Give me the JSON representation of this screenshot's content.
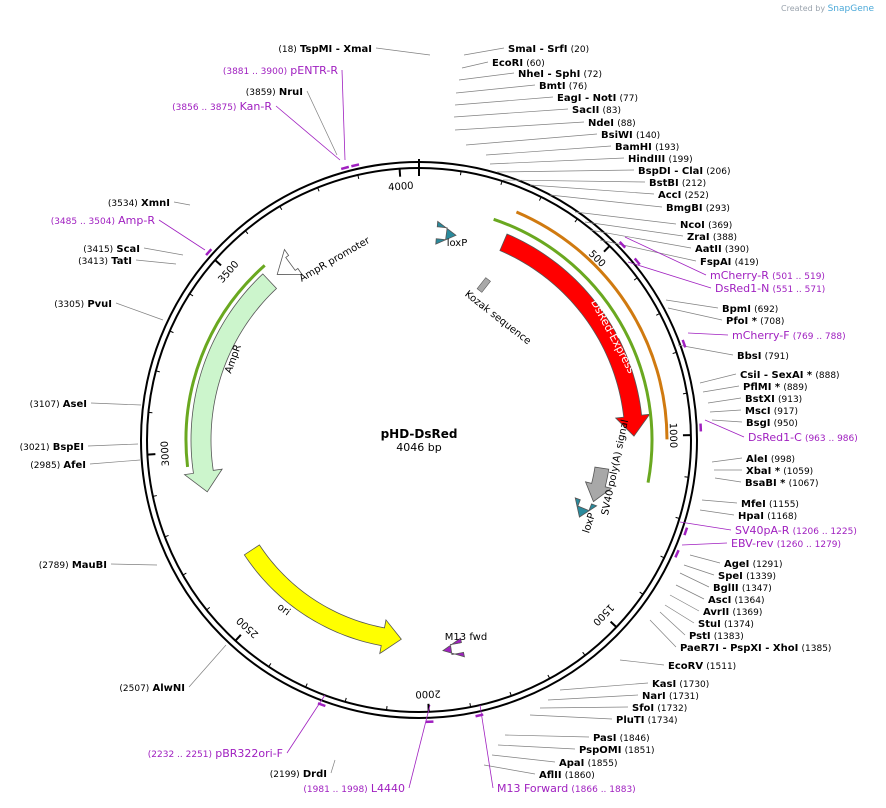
{
  "credit": {
    "prefix": "Created by",
    "brand": "SnapGene"
  },
  "plasmid": {
    "name": "pHD-DsRed",
    "size_label": "4046 bp",
    "length": 4046
  },
  "ticks": [
    {
      "label": "500",
      "pos": 500
    },
    {
      "label": "1000",
      "pos": 1000
    },
    {
      "label": "1500",
      "pos": 1500
    },
    {
      "label": "2000",
      "pos": 2000
    },
    {
      "label": "2500",
      "pos": 2500
    },
    {
      "label": "3000",
      "pos": 3000
    },
    {
      "label": "3500",
      "pos": 3500
    },
    {
      "label": "4000",
      "pos": 4000
    }
  ],
  "features": [
    {
      "name": "DsRed-Express",
      "start": 260,
      "end": 1000,
      "color": "#ff0000",
      "track": "inner1",
      "label_on_arrow": true
    },
    {
      "name": "SV40 poly(A) signal",
      "start": 1110,
      "end": 1230,
      "color": "#a8a8a8"
    },
    {
      "name": "loxP",
      "start": 85,
      "end": 115,
      "color": "#2a8a9c"
    },
    {
      "name": "loxP",
      "start": 1265,
      "end": 1300,
      "color": "#2a8a9c"
    },
    {
      "name": "Kozak sequence",
      "start": 250,
      "end": 262,
      "color": "#a8a8a8"
    },
    {
      "name": "M13 fwd",
      "start": 1925,
      "end": 1950,
      "color": "#a020c0"
    },
    {
      "name": "ori",
      "start": 2080,
      "end": 2660,
      "color": "#ffff00"
    },
    {
      "name": "AmpR",
      "start": 2880,
      "end": 3560,
      "color": "#ccf5cc"
    },
    {
      "name": "AmpR promoter",
      "start": 3590,
      "end": 3640,
      "color": "#ffffff"
    }
  ],
  "cut_sites": [
    {
      "name": "TspMI",
      "name2": "XmaI",
      "pos_label": "(18)",
      "pos": 18
    },
    {
      "name": "SmaI",
      "name2": "SrfI",
      "pos_label": "(20)",
      "pos": 20
    },
    {
      "name": "EcoRI",
      "pos_label": "(60)",
      "pos": 60
    },
    {
      "name": "NheI",
      "name2": "SphI",
      "pos_label": "(72)",
      "pos": 72
    },
    {
      "name": "BmtI",
      "pos_label": "(76)",
      "pos": 76
    },
    {
      "name": "EagI",
      "name2": "NotI",
      "pos_label": "(77)",
      "pos": 77
    },
    {
      "name": "SacII",
      "pos_label": "(83)",
      "pos": 83
    },
    {
      "name": "NdeI",
      "pos_label": "(88)",
      "pos": 88
    },
    {
      "name": "BsiWI",
      "pos_label": "(140)",
      "pos": 140
    },
    {
      "name": "BamHI",
      "pos_label": "(193)",
      "pos": 193
    },
    {
      "name": "HindIII",
      "pos_label": "(199)",
      "pos": 199
    },
    {
      "name": "BspDI",
      "name2": "ClaI",
      "pos_label": "(206)",
      "pos": 206
    },
    {
      "name": "BstBI",
      "pos_label": "(212)",
      "pos": 212
    },
    {
      "name": "AccI",
      "pos_label": "(252)",
      "pos": 252
    },
    {
      "name": "BmgBI",
      "pos_label": "(293)",
      "pos": 293
    },
    {
      "name": "NcoI",
      "pos_label": "(369)",
      "pos": 369
    },
    {
      "name": "ZraI",
      "pos_label": "(388)",
      "pos": 388
    },
    {
      "name": "AatII",
      "pos_label": "(390)",
      "pos": 390
    },
    {
      "name": "FspAI",
      "pos_label": "(419)",
      "pos": 419
    },
    {
      "name": "BpmI",
      "pos_label": "(692)",
      "pos": 692
    },
    {
      "name": "PfoI *",
      "pos_label": "(708)",
      "pos": 708
    },
    {
      "name": "BbsI",
      "pos_label": "(791)",
      "pos": 791
    },
    {
      "name": "CsiI",
      "name2": "SexAI *",
      "pos_label": "(888)",
      "pos": 888
    },
    {
      "name": "PflMI *",
      "pos_label": "(889)",
      "pos": 889
    },
    {
      "name": "BstXI",
      "pos_label": "(913)",
      "pos": 913
    },
    {
      "name": "MscI",
      "pos_label": "(917)",
      "pos": 917
    },
    {
      "name": "BsgI",
      "pos_label": "(950)",
      "pos": 950
    },
    {
      "name": "AleI",
      "pos_label": "(998)",
      "pos": 998
    },
    {
      "name": "XbaI *",
      "pos_label": "(1059)",
      "pos": 1059
    },
    {
      "name": "BsaBI *",
      "pos_label": "(1067)",
      "pos": 1067
    },
    {
      "name": "MfeI",
      "pos_label": "(1155)",
      "pos": 1155
    },
    {
      "name": "HpaI",
      "pos_label": "(1168)",
      "pos": 1168
    },
    {
      "name": "AgeI",
      "pos_label": "(1291)",
      "pos": 1291
    },
    {
      "name": "SpeI",
      "pos_label": "(1339)",
      "pos": 1339
    },
    {
      "name": "BglII",
      "pos_label": "(1347)",
      "pos": 1347
    },
    {
      "name": "AscI",
      "pos_label": "(1364)",
      "pos": 1364
    },
    {
      "name": "AvrII",
      "pos_label": "(1369)",
      "pos": 1369
    },
    {
      "name": "StuI",
      "pos_label": "(1374)",
      "pos": 1374
    },
    {
      "name": "PstI",
      "pos_label": "(1383)",
      "pos": 1383
    },
    {
      "name": "PaeR7I",
      "name2": "PspXI",
      "name3": "XhoI",
      "pos_label": "(1385)",
      "pos": 1385
    },
    {
      "name": "EcoRV",
      "pos_label": "(1511)",
      "pos": 1511
    },
    {
      "name": "KasI",
      "pos_label": "(1730)",
      "pos": 1730
    },
    {
      "name": "NarI",
      "pos_label": "(1731)",
      "pos": 1731
    },
    {
      "name": "SfoI",
      "pos_label": "(1732)",
      "pos": 1732
    },
    {
      "name": "PluTI",
      "pos_label": "(1734)",
      "pos": 1734
    },
    {
      "name": "PasI",
      "pos_label": "(1846)",
      "pos": 1846
    },
    {
      "name": "PspOMI",
      "pos_label": "(1851)",
      "pos": 1851
    },
    {
      "name": "ApaI",
      "pos_label": "(1855)",
      "pos": 1855
    },
    {
      "name": "AflII",
      "pos_label": "(1860)",
      "pos": 1860
    },
    {
      "name": "DrdI",
      "pos_label": "(2199)",
      "pos": 2199
    },
    {
      "name": "AlwNI",
      "pos_label": "(2507)",
      "pos": 2507
    },
    {
      "name": "MauBI",
      "pos_label": "(2789)",
      "pos": 2789
    },
    {
      "name": "AfeI",
      "pos_label": "(2985)",
      "pos": 2985
    },
    {
      "name": "BspEI",
      "pos_label": "(3021)",
      "pos": 3021
    },
    {
      "name": "AseI",
      "pos_label": "(3107)",
      "pos": 3107
    },
    {
      "name": "PvuI",
      "pos_label": "(3305)",
      "pos": 3305
    },
    {
      "name": "TatI",
      "pos_label": "(3413)",
      "pos": 3413
    },
    {
      "name": "ScaI",
      "pos_label": "(3415)",
      "pos": 3415
    },
    {
      "name": "XmnI",
      "pos_label": "(3534)",
      "pos": 3534
    },
    {
      "name": "NruI",
      "pos_label": "(3859)",
      "pos": 3859
    }
  ],
  "primers": [
    {
      "name": "pENTR-R",
      "range": "(3881 .. 3900)",
      "pos": 3890
    },
    {
      "name": "Kan-R",
      "range": "(3856 .. 3875)",
      "pos": 3866
    },
    {
      "name": "Amp-R",
      "range": "(3485 .. 3504)",
      "pos": 3495
    },
    {
      "name": "mCherry-R",
      "range": "(501 .. 519)",
      "pos": 510
    },
    {
      "name": "DsRed1-N",
      "range": "(551 .. 571)",
      "pos": 561
    },
    {
      "name": "mCherry-F",
      "range": "(769 .. 788)",
      "pos": 778
    },
    {
      "name": "DsRed1-C",
      "range": "(963 .. 986)",
      "pos": 974
    },
    {
      "name": "SV40pA-R",
      "range": "(1206 .. 1225)",
      "pos": 1215
    },
    {
      "name": "EBV-rev",
      "range": "(1260 .. 1279)",
      "pos": 1270
    },
    {
      "name": "pBR322ori-F",
      "range": "(2232 .. 2251)",
      "pos": 2241
    },
    {
      "name": "L4440",
      "range": "(1981 .. 1998)",
      "pos": 1990
    },
    {
      "name": "M13 Forward",
      "range": "(1866 .. 1883)",
      "pos": 1875
    }
  ],
  "colors": {
    "cut_text": "#000000",
    "primer_text": "#a020c0",
    "primer_mark": "#a020c0",
    "backbone": "#000000",
    "leader": "#808080"
  }
}
